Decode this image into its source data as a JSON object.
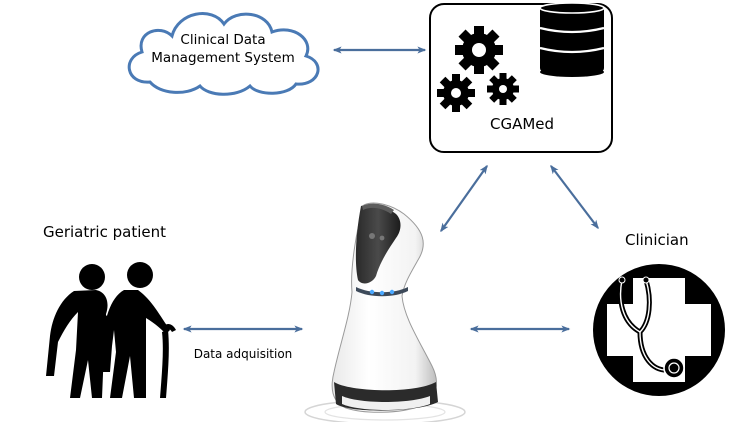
{
  "cloud": {
    "line1": "Clinical Data",
    "line2": "Management System",
    "icon": "cloud-icon"
  },
  "server": {
    "label": "CGAMed",
    "icons": [
      "gears-icon",
      "database-icon"
    ]
  },
  "patient": {
    "label": "Geriatric patient",
    "icon": "elderly-couple-icon"
  },
  "clinician": {
    "label": "Clinician",
    "icon": "medical-cross-stethoscope-icon"
  },
  "robot": {
    "icon": "robot-icon"
  },
  "links": {
    "patient_robot_label": "Data adquisition"
  },
  "colors": {
    "arrow": "#4a6e9c",
    "cloud_outline": "#4a7ab5",
    "ink": "#000000"
  }
}
